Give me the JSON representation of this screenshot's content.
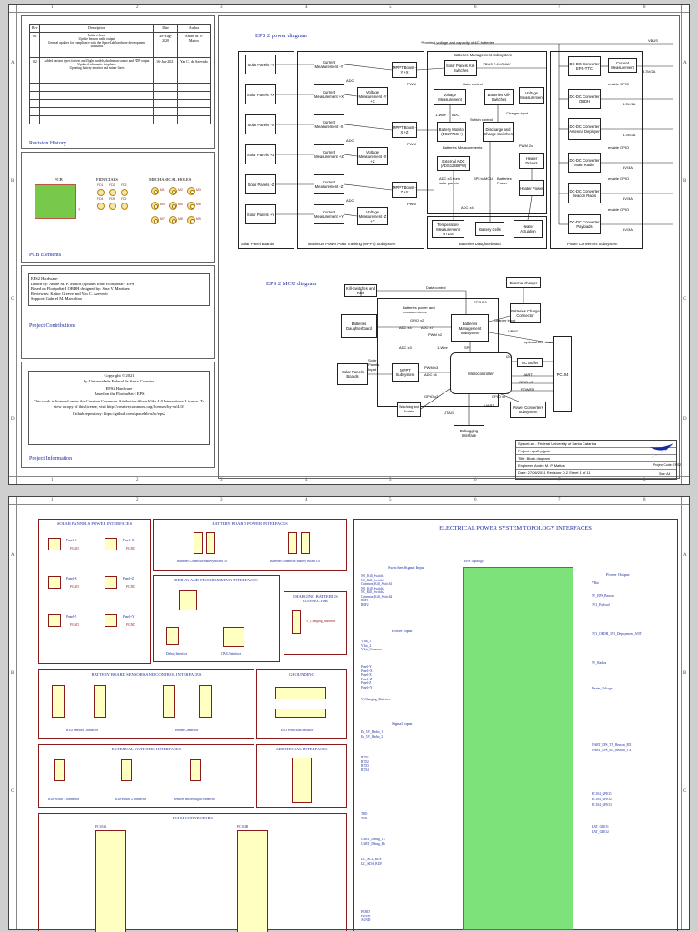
{
  "sheet1": {
    "ruler_cols": [
      "1",
      "2",
      "3",
      "4",
      "5",
      "6",
      "7",
      "8"
    ],
    "ruler_rows": [
      "A",
      "B",
      "C",
      "D"
    ],
    "revision": {
      "headers": [
        "Rev",
        "Description",
        "Date",
        "Author"
      ],
      "rows": [
        {
          "rev": "0.1",
          "desc": "Initial release\nUpdate beacon radio output\nGeneral updates for compliance with the SpaceLab hardware development standards",
          "date": "28-Aug-2020",
          "author": "Andre M. P. Mattos"
        },
        {
          "rev": "0.2",
          "desc": "Added variant types for test and flight models, draftsman source and PDF output\nUpdated schematic templates\nUpdating battery monitor and minor fixes",
          "date": "16-Jun-2021",
          "author": "Yan C. de Azevedo"
        }
      ],
      "title": "Revision History"
    },
    "pcb": {
      "title": "PCB Elements",
      "pcb_label": "PCB",
      "fiducials_label": "FIDUCIALS",
      "holes_label": "MECHANICAL HOLES",
      "pcb_ref": "?",
      "fid_refs": [
        "FD1",
        "FD2",
        "FD3",
        "FD4",
        "FD5",
        "FD6"
      ],
      "hole_refs": [
        "M1",
        "M2",
        "M3",
        "M4",
        "M5",
        "M6",
        "M7",
        "M8",
        "M9",
        "M10",
        "M11",
        "M12"
      ]
    },
    "contributions": {
      "title": "Project Contributions",
      "lines": [
        "EPS2 Hardware:",
        "",
        "Drawn by: Andre M. P. Mattos (updates from FloripaSat-I EPS)",
        "Based on FloripaSat-I OBDH designed by: Sara V. Martinez",
        "Reviewers: Kaitor Greeve and Yan C. Azevedo",
        "Support: Gabriel M. Marcelino"
      ]
    },
    "information": {
      "title": "Project Information",
      "lines": [
        "Copyright © 2021",
        "by Universidade Federal de Santa Catarina.",
        "",
        "EPS2 Hardware",
        "Based on the FloripaSat-I EPS",
        "",
        "This work is licensed under the Creative Commons Attribution-ShareAlike 4.0 International License. To view a copy of this license, visit http://creativecommons.org/licenses/by-sa/4.0/.",
        "",
        "Github repository: https://github.com/spacelab-ufsc/eps2"
      ]
    },
    "power_diagram": {
      "title": "EPS 2 power diagram",
      "note": "*Nominal voltage and capacity of 4C batteries",
      "vbus": "VBUS",
      "panels": [
        "Solar Panels -Y",
        "Solar Panels +X",
        "Solar Panels -X",
        "Solar Panels +Z",
        "Solar Panels -Z",
        "Solar Panels +Y"
      ],
      "current": [
        "Current Measurement -Y",
        "Current Measurement +X",
        "Current Measurement -X",
        "Current Measurement +Z",
        "Current Measurement -Z",
        "Current Measurement +Y"
      ],
      "voltage": [
        "Voltage Measurement -Y +X",
        "Voltage Measurement -X +Z",
        "Voltage Measurement -Z +Y"
      ],
      "mppt": [
        "MPPT Boost -Y +X",
        "MPPT Boost -X +Z",
        "MPPT Boost -Z +Y"
      ],
      "adc": "ADC",
      "pwm": "PWM",
      "solar_group": "Solar Panel Boards",
      "mppt_group": "Maximum Power Point Tracking (MPPT) Subsystem",
      "bms_group": "Batteries Management Subsystem",
      "daughter_group": "Batteries Daughterboard",
      "converter_group": "Power Converters Subsystem",
      "bms_boxes": [
        "Solar Panels Kill-Switches",
        "Voltage Measurement",
        "Batteries Kill-Switches",
        "Voltage Measurement",
        "Battery Monitor (DS2775G+)",
        "Discharge and Charge Switches",
        "External ADC (ADS1248IPW)",
        "Heater Drivers",
        "Heater Power"
      ],
      "bms_labels": [
        "VBUS 7.4V/5.8A*",
        "Gate control",
        "1-Wire",
        "ADC",
        "Switch control",
        "Charger input",
        "Batteries Measurements",
        "PWM 2x",
        "ADC x3 from solar panels",
        "SPI to MCU",
        "Batteries Power",
        "ADC x4"
      ],
      "daughter_boxes": [
        "Temperature Measurement RTDS",
        "Battery Cells",
        "Heater Actuation"
      ],
      "converters": [
        {
          "name": "DC-DC Converter EPS-TTC",
          "out": "3.3V/2A"
        },
        {
          "name": "DC-DC Converter OBDH",
          "out": "3.3V/1A"
        },
        {
          "name": "DC-DC Converter Antenna Deployer",
          "out": "3.3V/2A"
        },
        {
          "name": "DC-DC Converter Main Radio",
          "out": "5V/3A"
        },
        {
          "name": "DC-DC Converter Beacon Radio",
          "out": "5V/3A"
        },
        {
          "name": "DC-DC Converter Payloads",
          "out": "5V/3A"
        }
      ],
      "current_meas": "Current Measurement",
      "enable_gpio": "enable GPIO"
    },
    "mcu_diagram": {
      "title": "EPS 2 MCU diagram",
      "boxes": [
        "Kill-Switches and RBF",
        "External charger",
        "Batteries Daughterboard",
        "Batteries Management Subsystem",
        "Batteries Charge Connector",
        "Solar Panels Boards",
        "MPPT Subsystem",
        "Microcontroller",
        "Power Converters Subsystem",
        "PC104",
        "I2C Buffer",
        "Debugging Interface",
        "Watchdog and Resistor"
      ],
      "labels": [
        "Data control",
        "Batteries power and measurements",
        "GPIO x2",
        "ADC x4",
        "ADC x7",
        "PWM x2",
        "ADC x3",
        "1-Wire",
        "SPI",
        "Charger input",
        "VBUS",
        "optional I2C slave",
        "I2C",
        "UART",
        "GPIO x3",
        "POWER",
        "EPS 2.0",
        "Solar Panels Input",
        "PWM x3",
        "ADC x6",
        "GPIO x2",
        "UART",
        "JTAG",
        "GPIO x2"
      ]
    },
    "title_block": {
      "rows": [
        "SpaceLab - Federal University of Santa Catarina",
        "Project: eps2.prjpcb",
        "Title: Block diagram",
        "Engineer: André M. P. Mattos",
        "Date: 27/06/2021   Revision: 0.2   Sheet 1 of 11"
      ],
      "project_code": "Project Code: EPS2",
      "size": "Size: A4"
    }
  },
  "sheet2": {
    "solar": {
      "title": "SOLAR PANNELS POWER INTERFACES",
      "nets": [
        "Panel-Y",
        "Panel+X",
        "Panel-X",
        "Panel+Z",
        "Panel-Z",
        "Panel+Y"
      ],
      "pgnd": "PGND"
    },
    "battery_board": {
      "title": "BATTERY BOARD POWER INTERFACES",
      "caption": "Batteries Connector Battery Board 2.0",
      "caption2": "Batteries Connector Battery Board 1.0"
    },
    "debug": {
      "title": "DEBUG AND PROGRAMMING INTERFACES",
      "labels": [
        "Debug Interface",
        "JTAG Interface"
      ]
    },
    "charging": {
      "title": "CHARGING BATTERIES CONNECTOR",
      "net": "V_Charging_Batteries"
    },
    "sensors": {
      "title": "BATTERY BOARD SENSORS AND CONTROL INTERFACES",
      "labels": [
        "RTD Sensors Connector",
        "Heater Connector"
      ]
    },
    "grounding": {
      "title": "GROUNDING",
      "label": "ESD Protection Resistor"
    },
    "switches": {
      "title": "EXTERNAL SWITCHES INTERFACES",
      "labels": [
        "Kill-switch 1 connector",
        "Kill-switch 2 connector",
        "Remove before flight connector"
      ]
    },
    "additional": {
      "title": "ADDITIONAL INTERFACES"
    },
    "pc104": {
      "title": "PC104 CONNECTORS",
      "refs": [
        "PC104A",
        "PC104B"
      ]
    },
    "topology": {
      "title": "ELECTRICAL POWER SYSTEM TOPOLOGY INTERFACES",
      "block": "EPS Topology",
      "sections": [
        "Switches Signal Input",
        "Power Input",
        "Signal Input",
        "Power Output"
      ],
      "left_signals": [
        "NO_Kill_Switch1",
        "NC_Kill_Switch1",
        "Common_Kill_Switch1",
        "NO_Kill_Switch2",
        "NC_Kill_Switch2",
        "Common_Kill_Switch2",
        "RBF1",
        "RBF2",
        "VBat_1",
        "VBat_2",
        "VBat_Common",
        "Panel-Y",
        "Panel+X",
        "Panel-X",
        "Panel+Z",
        "Panel-Z",
        "Panel+Y",
        "V_Charging_Batteries",
        "En_5V_Radio_1",
        "En_5V_Radio_2",
        "RTD1",
        "RTD2",
        "RTD3",
        "RTD4",
        "TDO",
        "TCK",
        "UART_Debug_Tx",
        "UART_Debug_Rx",
        "I2C_SCL_BUF",
        "I2C_SDA_BUF",
        "PGND",
        "DGND",
        "AGND"
      ],
      "right_signals": [
        "VBat",
        "5V_EPS_Beacon",
        "3V3_Payload",
        "3V3_OBDH_3V3_Deployment_ANT",
        "5V_Radios",
        "Heater_Voltage",
        "UART_EPS_TX_Beacon_RX",
        "UART_EPS_RX_Beacon_TX",
        "PC104_GPIO1",
        "PC104_GPIO2",
        "PC104_GPIO3",
        "BAT_GPIO1",
        "BAT_GPIO2"
      ]
    }
  }
}
